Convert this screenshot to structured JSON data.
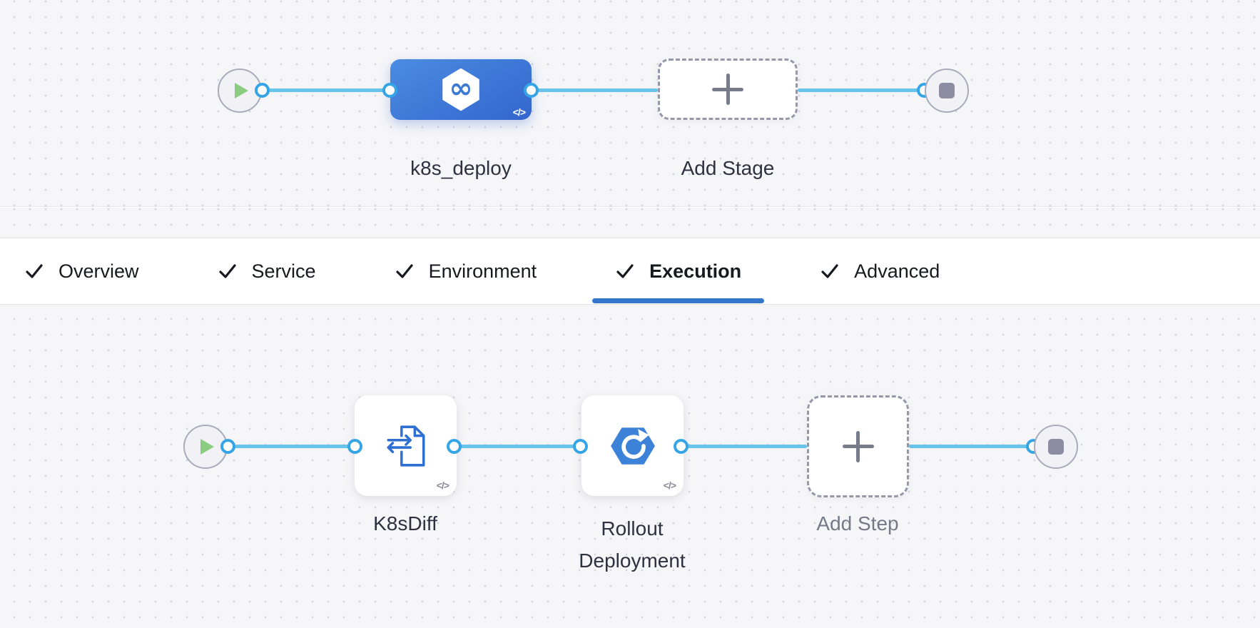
{
  "stage_pipeline": {
    "stage": {
      "name": "k8s_deploy",
      "code_badge": "</>"
    },
    "add_stage": {
      "label": "Add Stage"
    }
  },
  "tab_bar": {
    "tabs": [
      {
        "label": "Overview",
        "completed": true,
        "active": false
      },
      {
        "label": "Service",
        "completed": true,
        "active": false
      },
      {
        "label": "Environment",
        "completed": true,
        "active": false
      },
      {
        "label": "Execution",
        "completed": true,
        "active": true
      },
      {
        "label": "Advanced",
        "completed": true,
        "active": false
      }
    ]
  },
  "execution_pipeline": {
    "steps": [
      {
        "name": "K8sDiff",
        "code_badge": "</>",
        "icon": "file-swap-icon"
      },
      {
        "name": "Rollout Deployment",
        "code_badge": "</>",
        "icon": "rollout-hexagon-icon"
      }
    ],
    "add_step": {
      "label": "Add Step"
    }
  },
  "icons": {
    "stage_icon_glyph": "∞"
  },
  "colors": {
    "wire": "#69c4ec",
    "port_ring": "#35a5e6",
    "stage_blue_start": "#4b8ce2",
    "stage_blue_end": "#3366cd",
    "play_green": "#8bcd80",
    "stop_gray": "#8c8da2",
    "active_tab_underline": "#3576cd",
    "canvas_bg": "#f6f6f9"
  }
}
